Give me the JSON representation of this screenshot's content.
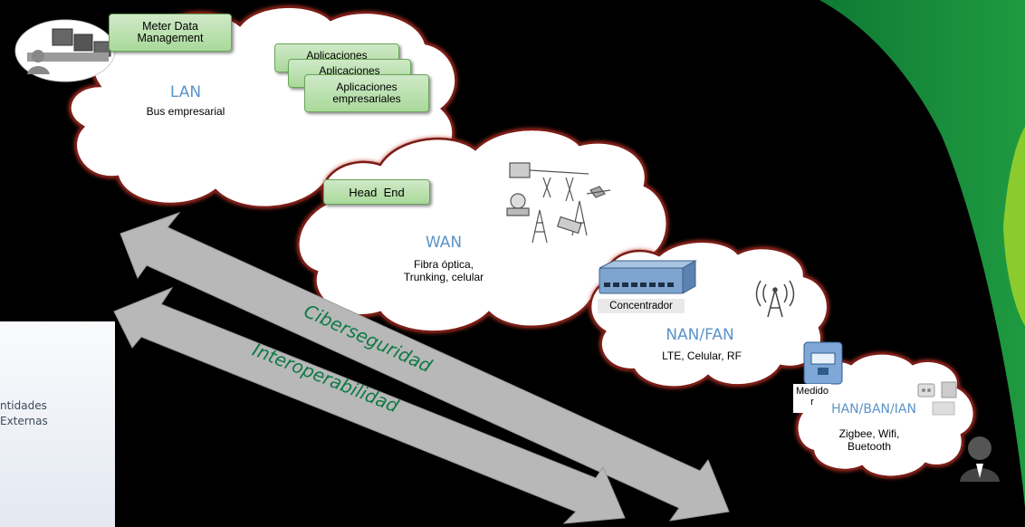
{
  "lan": {
    "title": "LAN",
    "subtitle": "Bus empresarial"
  },
  "wan": {
    "title": "WAN",
    "line1": "Fibra óptica,",
    "line2": "Trunking, celular"
  },
  "nanfan": {
    "title": "NAN/FAN",
    "subtitle": "LTE, Celular, RF"
  },
  "han": {
    "title": "HAN/BAN/IAN",
    "line1": "Zigbee, Wifi,",
    "line2": "Buetooth"
  },
  "boxes": {
    "mdm_line1": "Meter Data",
    "mdm_line2": "Management",
    "app1": "Aplicaciones",
    "app2": "Aplicaciones",
    "app3_line1": "Aplicaciones",
    "app3_line2": "empresariales",
    "head_end": "Head  End",
    "concentrador": "Concentrador"
  },
  "medidor": {
    "line1": "Medido",
    "line2": "r"
  },
  "arrows": {
    "top": "Ciberseguridad",
    "bottom": "Interoperabilidad"
  },
  "external": {
    "line1": "ntidades",
    "line2": "Externas"
  },
  "colors": {
    "background": "#000000",
    "cloud_fill": "#ffffff",
    "cloud_outline": "#8b1a12",
    "label_blue": "#5b93c9",
    "arrow_gray": "#b8b8b8",
    "arrow_text": "#0f7a45",
    "accent_green": "#1a8a3a"
  }
}
